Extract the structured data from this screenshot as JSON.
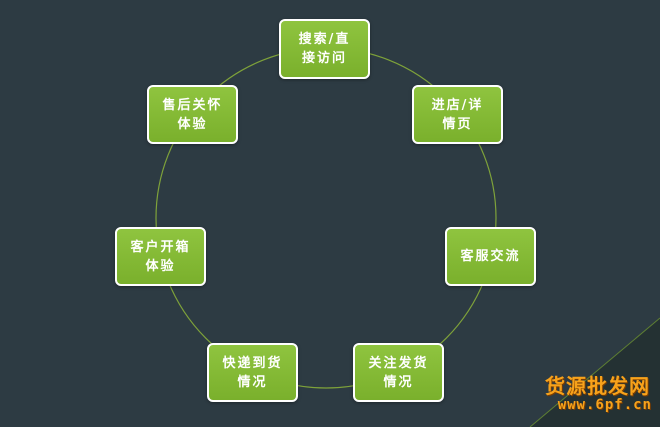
{
  "diagram": {
    "nodes": [
      {
        "id": "search",
        "label": "搜索/直\n接访问"
      },
      {
        "id": "store",
        "label": "进店/详\n情页"
      },
      {
        "id": "service",
        "label": "客服交流"
      },
      {
        "id": "ship",
        "label": "关注发货\n情况"
      },
      {
        "id": "express",
        "label": "快递到货\n情况"
      },
      {
        "id": "unbox",
        "label": "客户开箱\n体验"
      },
      {
        "id": "after",
        "label": "售后关怀\n体验"
      }
    ]
  },
  "watermark": {
    "title": "货源批发网",
    "url": "www.6pf.cn"
  },
  "colors": {
    "background": "#2d3b43",
    "node_fill": "#7ab02c",
    "node_border": "#ffffff",
    "ring": "#7ea23a",
    "watermark": "#f7a21b"
  }
}
